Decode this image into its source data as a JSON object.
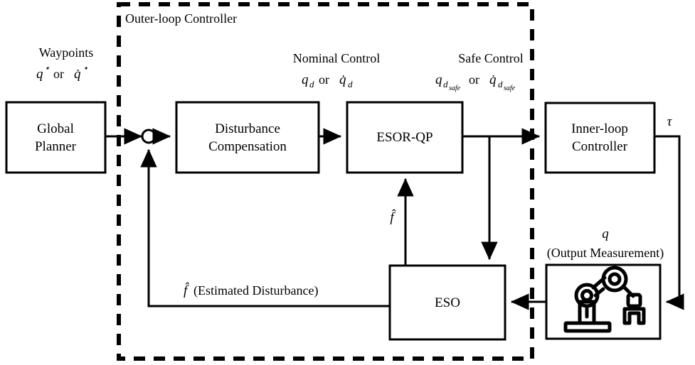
{
  "diagram": {
    "title": "ESOR-QP outer-loop / inner-loop control block diagram",
    "region_label": "Outer-loop Controller",
    "blocks": {
      "global_planner": {
        "line1": "Global",
        "line2": "Planner"
      },
      "disturbance_compensation": {
        "line1": "Disturbance",
        "line2": "Compensation"
      },
      "esor_qp": {
        "line1": "ESOR-QP"
      },
      "inner_loop": {
        "line1": "Inner-loop",
        "line2": "Controller"
      },
      "eso": {
        "line1": "ESO"
      },
      "robot": {
        "icon": "robot-arm-icon"
      }
    },
    "signals": {
      "waypoints_title": "Waypoints",
      "waypoints_sym_q": "q",
      "waypoints_star": "⋆",
      "waypoints_or": "or",
      "waypoints_sym_qdot": "q̇",
      "nominal_title": "Nominal Control",
      "nominal_sym_q": "q",
      "nominal_sub_d": "d",
      "nominal_or": "or",
      "nominal_sym_qdot": "q̇",
      "safe_title": "Safe Control",
      "safe_sym_q": "q",
      "safe_sub_d": "d",
      "safe_sub_safe": "safe",
      "safe_or": "or",
      "safe_sym_qdot": "q̇",
      "tau": "τ",
      "output_sym_q": "q",
      "output_measurement": "(Output Measurement)",
      "fhat_to_esorqp": "f̂",
      "fhat_estimated_sym": "f̂",
      "fhat_estimated_text": "(Estimated Disturbance)"
    },
    "colors": {
      "stroke": "#000000",
      "background": "#ffffff"
    }
  }
}
